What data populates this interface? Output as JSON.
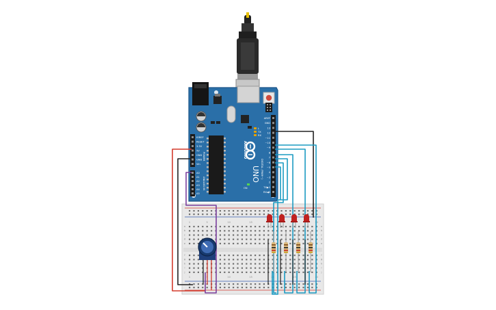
{
  "board": {
    "brand": "ARDUINO",
    "model": "UNO",
    "power_header_labels": [
      "IOREF",
      "RESET",
      "3.3V",
      "5V",
      "GND",
      "GND",
      "Vin"
    ],
    "power_header_title": "POWER",
    "analog_header_labels": [
      "A0",
      "A1",
      "A2",
      "A3",
      "A4",
      "A5"
    ],
    "analog_header_title": "ANALOG IN",
    "digital_header_labels": [
      "AREF",
      "GND",
      "13",
      "12",
      "~11",
      "~10",
      "~9",
      "8",
      "7",
      "~6",
      "~5",
      "4",
      "~3",
      "2",
      "TX▶1",
      "RX◀0"
    ],
    "digital_header_title": "DIGITAL (PWM~)",
    "led_labels": [
      "L",
      "TX",
      "RX",
      "ON"
    ]
  },
  "breadboard": {
    "column_numbers": [
      "1",
      "5",
      "10",
      "15",
      "20",
      "25",
      "30"
    ],
    "row_letters": [
      "a",
      "b",
      "c",
      "d",
      "e",
      "f",
      "g",
      "h",
      "i",
      "j"
    ]
  },
  "colors": {
    "board": "#2a6fa8",
    "breadboard": "#e8e8e8",
    "wire_red": "#d33a2c",
    "wire_black": "#222222",
    "wire_purple": "#7b3f9e",
    "wire_blue": "#1c9bc2",
    "led_red": "#c0211f"
  }
}
